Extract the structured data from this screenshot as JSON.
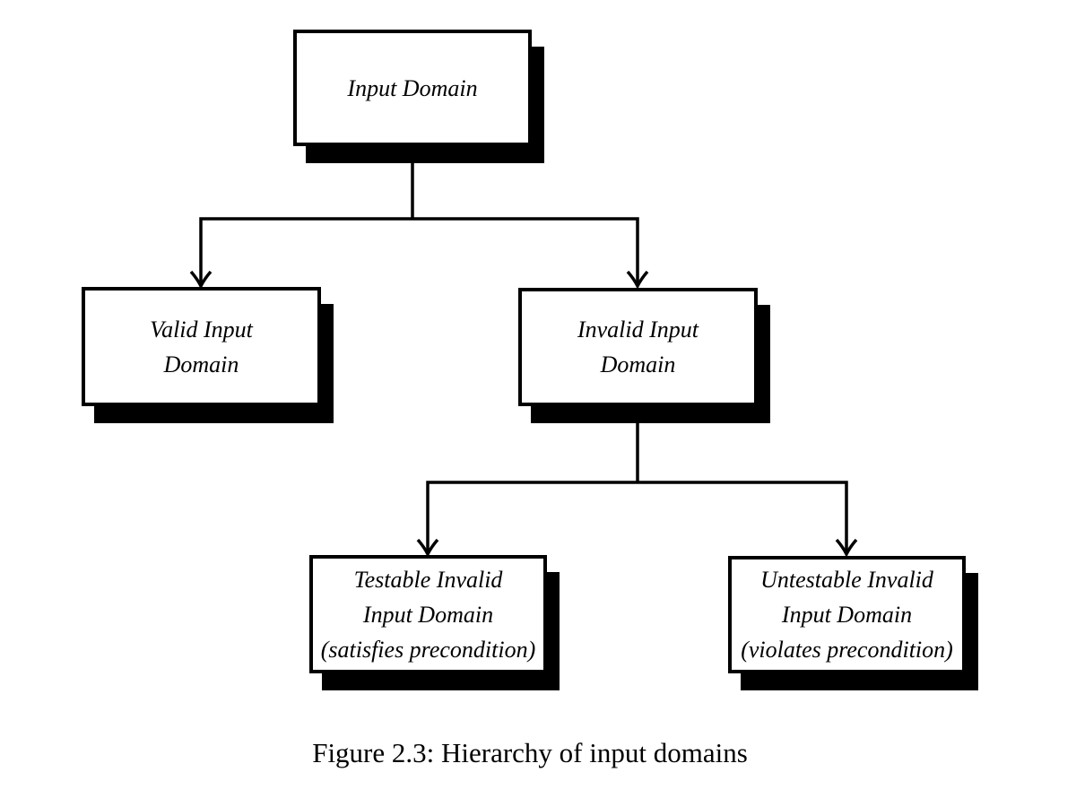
{
  "figure": {
    "caption": "Figure 2.3: Hierarchy of input domains"
  },
  "nodes": {
    "input_domain": {
      "lines": [
        "Input Domain"
      ]
    },
    "valid_input_domain": {
      "lines": [
        "Valid Input",
        "Domain"
      ]
    },
    "invalid_input_domain": {
      "lines": [
        "Invalid Input",
        "Domain"
      ]
    },
    "testable_invalid_input_domain": {
      "lines": [
        "Testable Invalid",
        "Input Domain",
        "(satisfies precondition)"
      ]
    },
    "untestable_invalid_input_domain": {
      "lines": [
        "Untestable Invalid",
        "Input Domain",
        "(violates precondition)"
      ]
    }
  },
  "colors": {
    "background": "#ffffff",
    "ink": "#000000",
    "box_fill": "#ffffff",
    "box_shadow": "#000000"
  }
}
